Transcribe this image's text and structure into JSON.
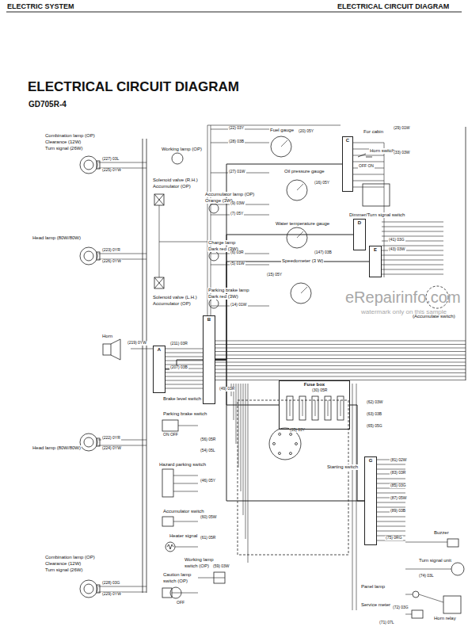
{
  "diagram": {
    "title": "ELECTRICAL CIRCUIT DIAGRAM",
    "nodes": [
      {
        "text": [
          "A"
        ]
      },
      {
        "text": [
          "B"
        ]
      },
      {
        "text": [
          "C"
        ]
      },
      {
        "text": [
          "D"
        ]
      },
      {
        "text": [
          "E"
        ]
      },
      {
        "text": [
          "G"
        ]
      },
      {
        "text": [
          "Fuse box"
        ]
      }
    ],
    "edges": [
      {
        "from": 0,
        "to": 1,
        "arrow": "none"
      },
      {
        "from": 1,
        "to": 2,
        "arrow": "none"
      },
      {
        "from": 1,
        "to": 3,
        "arrow": "none"
      },
      {
        "from": 1,
        "to": 4,
        "arrow": "none"
      },
      {
        "from": 1,
        "to": 5,
        "arrow": "none"
      },
      {
        "from": 1,
        "to": 6,
        "arrow": "none"
      },
      {
        "from": 6,
        "to": 5,
        "arrow": "none"
      }
    ],
    "labels": [
      "ELECTRIC SYSTEM",
      "ELECTRICAL CIRCUIT DIAGRAM",
      "GD705R-4",
      "Combination lamp (OP)",
      "Clearance (12W)",
      "Turn signal (26W)",
      "Working lamp (OP)",
      "Solenoid valve (R.H.)",
      "Accumulator (OP)",
      "Accumulator lamp (OP)",
      "Orange (3W)",
      "Charge lamp",
      "Dark red (3W)",
      "Parking brake lamp",
      "Dark red (3W)",
      "Solenoid valve (L.H.)",
      "Accumulator (OP)",
      "Head lamp (80W/80W)",
      "Horn",
      "Fuel gauge",
      "For cabin",
      "Horn switch",
      "Oil pressure gauge",
      "Dimmer/Turn signal switch",
      "Water temperature gauge",
      "Speedometer (3 W)",
      "(Accumulate switch)",
      "Brake level switch (OP)",
      "Parking brake switch",
      "Hazard parking switch",
      "Accumulator switch",
      "Heater signal",
      "Working lamp",
      "switch (OP)",
      "Caution lamp",
      "switch (OP)",
      "Head lamp (80W/80W)",
      "Combination lamp (OP)",
      "Clearance (12W)",
      "Turn signal (26W)",
      "Starting switch",
      "Buzzer",
      "Turn signal unit",
      "Panel lamp",
      "Horn relay",
      "Service meter",
      "OFF ON",
      "ON OFF",
      "OFF",
      "eRepairinfo.com",
      "watermark only on this sample",
      "(22) 03Y",
      "(28) 03B",
      "(27) 01W",
      "(9) 03W",
      "(7) 05Y",
      "(6) 03R",
      "(5) 01W",
      "(14) 01W",
      "(227) 03L",
      "(225) 0YW",
      "(223) 0YR",
      "(226) 0YW",
      "(219) 0YW",
      "(211) 03R",
      "(207) 03B",
      "(222) 0YR",
      "(224) 0YW",
      "(228) 03G",
      "(229) 0YW",
      "(20) 05Y",
      "(16) 05Y",
      "(147) 03B",
      "(15) 05Y",
      "(29) 01W",
      "(33) 03W",
      "(41) 03G",
      "(43) 03W",
      "(62) 03W",
      "(63) 03B",
      "(65) 05G",
      "(81) 02W",
      "(83) 03R",
      "(85) 03G",
      "(87) 05W",
      "(89) 03B",
      "(75) 0RG",
      "(74) 03L",
      "(72) 03G",
      "(71) 07L",
      "(56) 05R",
      "(54) 05L",
      "(46) 05Y",
      "(60) 05W",
      "(61) 05R",
      "(59) 03W",
      "(35) 03Y",
      "(30) 05R",
      "(49) 03R"
    ]
  }
}
